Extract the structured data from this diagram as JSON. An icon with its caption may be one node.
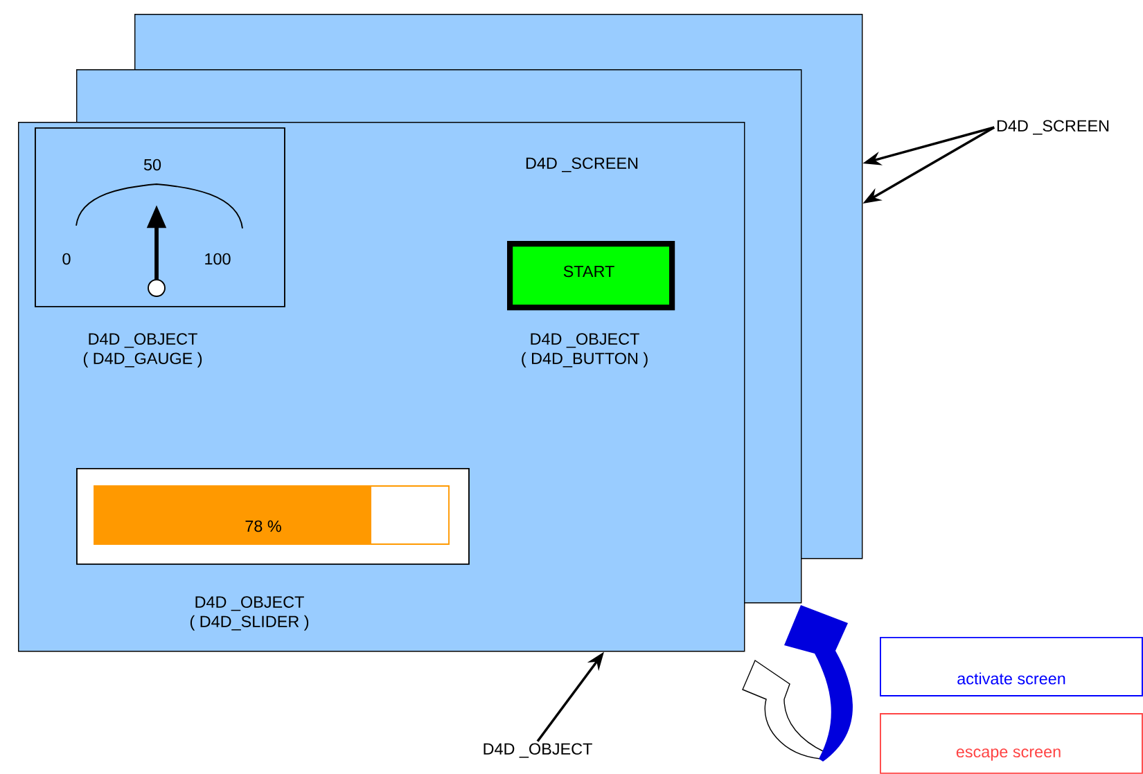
{
  "diagram": {
    "nodes": [
      {
        "text": [],
        "shape": "box"
      },
      {
        "text": [],
        "shape": "box"
      },
      {
        "text": [
          "D4D _SCREEN"
        ]
      },
      {
        "text": [
          "50",
          "0",
          "100"
        ],
        "in": 2
      },
      {
        "text": [
          "START"
        ]
      },
      {
        "text": [
          "78 %"
        ],
        "in": 2
      },
      {
        "text": [
          "D4D _SCREEN"
        ]
      },
      {
        "text": [
          "D4D _OBJECT"
        ]
      },
      {
        "text": [
          "activate screen"
        ]
      },
      {
        "text": [
          "escape screen"
        ]
      }
    ],
    "edges": [
      {
        "from": 6,
        "to": 0,
        "arrow": "to"
      },
      {
        "from": 6,
        "to": 0,
        "arrow": "to"
      },
      {
        "from": 7,
        "to": 2,
        "arrow": "to"
      }
    ],
    "labels": [
      "D4D _OBJECT ( D4D_GAUGE )",
      "D4D _OBJECT ( D4D_BUTTON )",
      "D4D _OBJECT ( D4D_SLIDER )"
    ]
  }
}
